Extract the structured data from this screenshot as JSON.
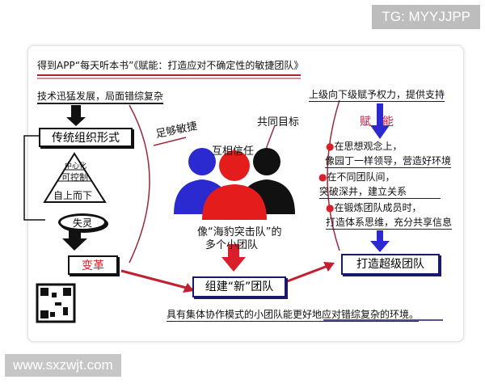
{
  "watermark_top": "TG: MYYJJPP",
  "watermark_bottom": "www.sxzwjt.com",
  "title": "得到APP“每天听本书”《赋能：打造应对不确定性的敏捷团队》",
  "left": {
    "heading": "技术迅猛发展，局面错综复杂",
    "traditional": "传统组织形式",
    "pyramid": [
      "中心化",
      "可控制",
      "自上而下"
    ],
    "fail": "失灵",
    "reform": "变革"
  },
  "center": {
    "traits": [
      "足够敏捷",
      "互相信任",
      "共同目标"
    ],
    "caption_line1": "像“海豹突击队”的",
    "caption_line2": "多个小团队",
    "build": "组建“新”团队"
  },
  "right": {
    "heading": "上级向下级赋予权力，提供支持",
    "empower": "赋　能",
    "points": [
      {
        "line1": "在思想观念上，",
        "line2": "像园丁一样领导，营造好环境"
      },
      {
        "line1": "在不同团队间，",
        "line2": "突破深井，建立关系"
      },
      {
        "line1": "在锻炼团队成员时，",
        "line2": "打造体系思维，充分共享信息"
      }
    ],
    "super": "打造超级团队"
  },
  "conclusion": "具有集体协作模式的小团队能更好地应对错综复杂的环境。",
  "colors": {
    "red": "#d8202a",
    "blue": "#2a2ad0",
    "dark_red": "#9a2a3a",
    "navy": "#1a1a6a"
  }
}
